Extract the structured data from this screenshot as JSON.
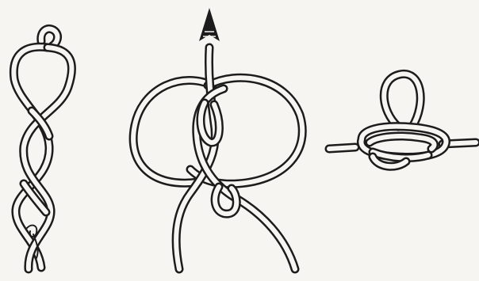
{
  "figure": {
    "background": "#f6f5f2",
    "ink_color": "#1c1c1c",
    "panels": [
      {
        "id": "panel-1",
        "content": "twisted-loop-icon"
      },
      {
        "id": "panel-2",
        "content": "knot-with-arrow-icon"
      },
      {
        "id": "panel-3",
        "content": "finished-knot-icon"
      }
    ]
  }
}
